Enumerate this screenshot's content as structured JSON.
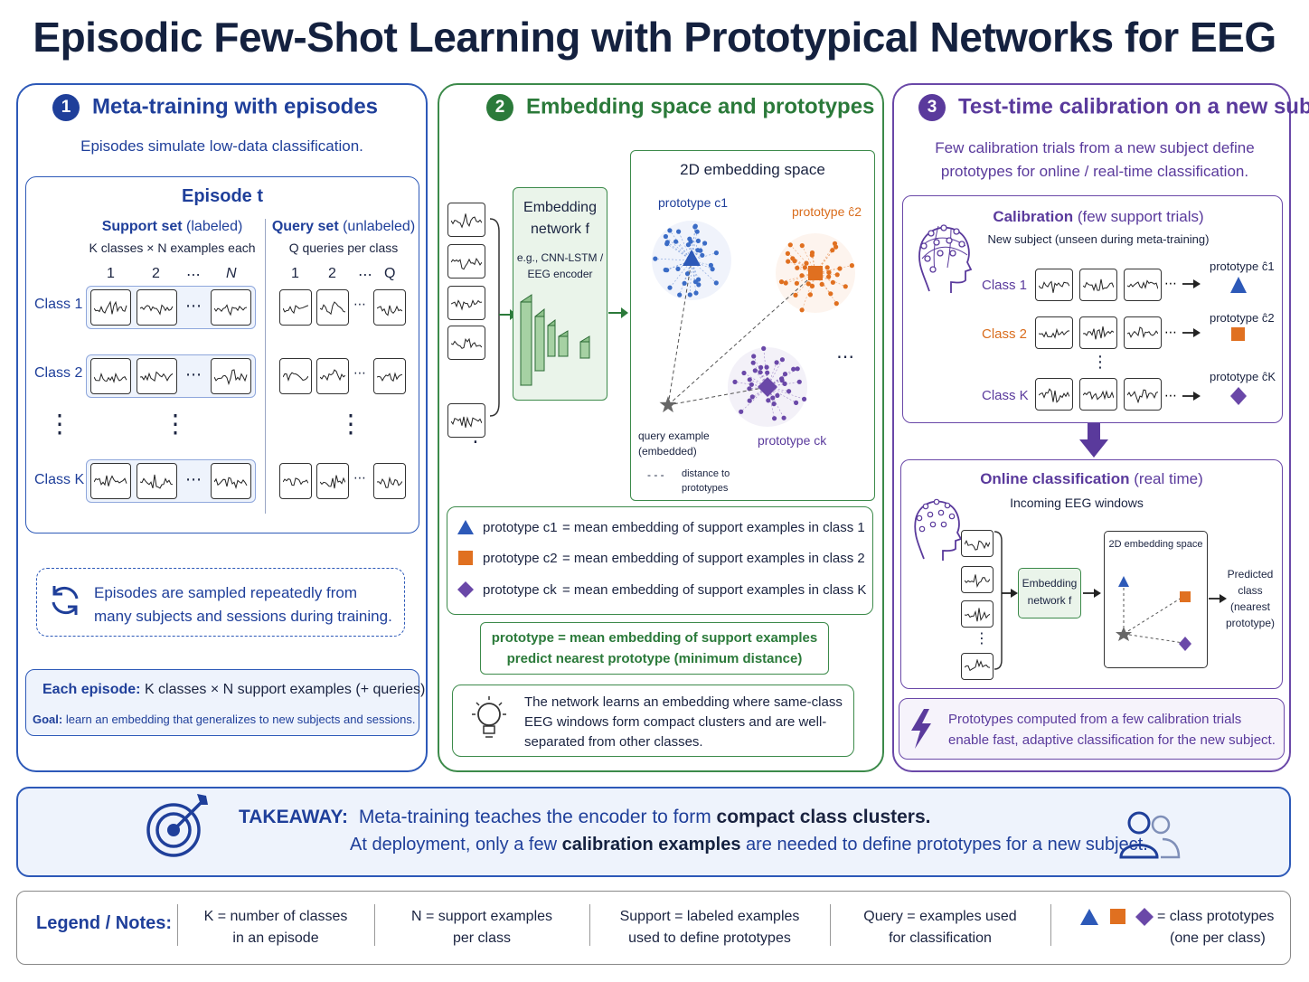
{
  "title": "Episodic Few-Shot Learning with Prototypical Networks for EEG",
  "colors": {
    "blue": "#2d59b8",
    "green": "#3c8a4a",
    "purple": "#6a48a8",
    "orange": "#e07020"
  },
  "panel1": {
    "num": "1",
    "title": "Meta-training with episodes",
    "subtitle": "Episodes simulate low-data classification.",
    "episode_title": "Episode t",
    "support_title": "Support set",
    "support_tag": "(labeled)",
    "support_sub": "K classes × N examples each",
    "query_title": "Query set",
    "query_tag": "(unlabeled)",
    "query_sub": "Q queries per class",
    "support_cols": [
      "1",
      "2",
      "⋯",
      "N"
    ],
    "query_cols": [
      "1",
      "2",
      "⋯",
      "Q"
    ],
    "classes": [
      "Class 1",
      "Class 2",
      "Class K"
    ],
    "dots_h": "⋯",
    "dots_v": "⋮",
    "sampled_note": "Episodes are sampled repeatedly from many subjects and sessions during training.",
    "each_episode_label": "Each episode:",
    "each_episode_text": "K classes × N support examples (+ queries)",
    "goal_label": "Goal:",
    "goal_text": "learn an embedding that generalizes to new subjects and sessions."
  },
  "panel2": {
    "num": "2",
    "title": "Embedding space and prototypes",
    "net_title": "Embedding network f",
    "net_sub": "e.g., CNN-LSTM / EEG encoder",
    "space_title": "2D embedding space",
    "proto1": "prototype c1",
    "proto2": "prototype ĉ2",
    "protok": "prototype ck",
    "ellipsis": "⋯",
    "query_label": "query example (embedded)",
    "distance_label": "distance to prototypes",
    "defs": [
      {
        "lhs": "prototype c1",
        "rhs": "= mean embedding of support examples in class 1"
      },
      {
        "lhs": "prototype c2",
        "rhs": "= mean embedding of support examples in class 2"
      },
      {
        "lhs": "prototype ck",
        "rhs": "= mean embedding of support examples in class K"
      }
    ],
    "formula1": "prototype = mean embedding of support examples",
    "formula2": "predict nearest prototype (minimum distance)",
    "insight": "The network learns an embedding where same-class EEG windows form compact clusters and are well-separated from other classes."
  },
  "panel3": {
    "num": "3",
    "title": "Test-time calibration on a new subject",
    "subtitle": "Few calibration trials from a new subject define prototypes for online / real-time classification.",
    "calib_title": "Calibration",
    "calib_tag": "(few support trials)",
    "calib_sub": "New subject (unseen during meta-training)",
    "classes": [
      "Class 1",
      "Class 2",
      "Class K"
    ],
    "protos": [
      "prototype ĉ1",
      "prototype ĉ2",
      "prototype ĉK"
    ],
    "online_title": "Online classification",
    "online_tag": "(real time)",
    "online_sub": "Incoming EEG windows",
    "net_label": "Embedding network f",
    "space_label": "2D embedding space",
    "predicted": "Predicted class (nearest prototype)",
    "note": "Prototypes computed from a few calibration trials enable fast, adaptive classification for the new subject."
  },
  "takeaway": {
    "label": "TAKEAWAY:",
    "line1_a": "Meta-training teaches the encoder to form ",
    "line1_b": "compact class clusters.",
    "line2_a": "At deployment, only a few ",
    "line2_b": "calibration examples",
    "line2_c": " are needed to define prototypes for a new subject."
  },
  "legend": {
    "title": "Legend / Notes:",
    "k1": "K = number of classes",
    "k2": "in an episode",
    "n1": "N = support examples",
    "n2": "per class",
    "s1": "Support = labeled examples",
    "s2": "used to define prototypes",
    "q1": "Query = examples used",
    "q2": "for classification",
    "p1": "= class prototypes",
    "p2": "(one per class)"
  }
}
